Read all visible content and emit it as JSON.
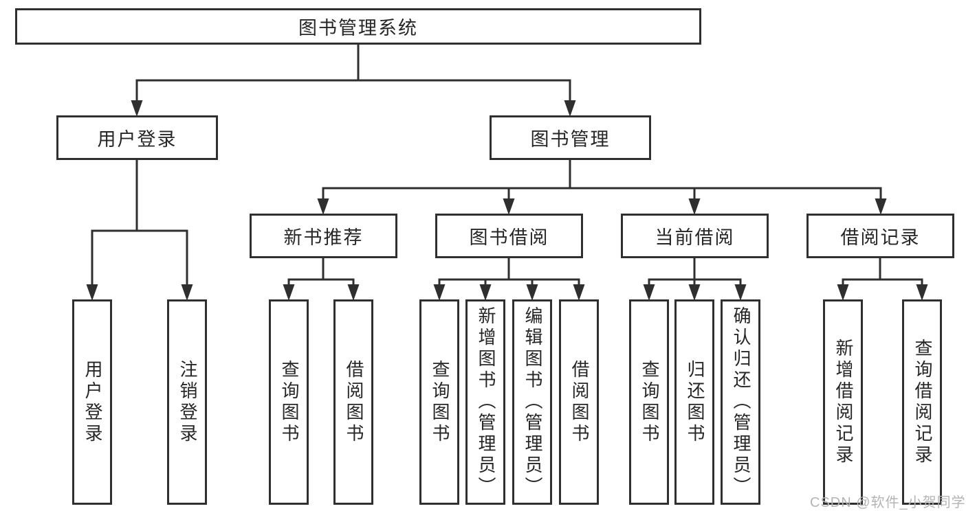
{
  "diagram": {
    "root": {
      "label": "图书管理系统"
    },
    "branches": {
      "user_login": {
        "label": "用户登录",
        "children": [
          {
            "label": "用户登录"
          },
          {
            "label": "注销登录"
          }
        ]
      },
      "book_management": {
        "label": "图书管理",
        "children": [
          {
            "label": "新书推荐",
            "children": [
              {
                "label": "查询图书"
              },
              {
                "label": "借阅图书"
              }
            ]
          },
          {
            "label": "图书借阅",
            "children": [
              {
                "label": "查询图书"
              },
              {
                "label": "新增图书（管理员）"
              },
              {
                "label": "编辑图书（管理员）"
              },
              {
                "label": "借阅图书"
              }
            ]
          },
          {
            "label": "当前借阅",
            "children": [
              {
                "label": "查询图书"
              },
              {
                "label": "归还图书"
              },
              {
                "label": "确认归还（管理员）"
              }
            ]
          },
          {
            "label": "借阅记录",
            "children": [
              {
                "label": "新增借阅记录"
              },
              {
                "label": "查询借阅记录"
              }
            ]
          }
        ]
      }
    }
  },
  "watermark": {
    "text": "CSDN @软件_小贺同学"
  },
  "colors": {
    "line": "#2f2f2f",
    "text": "#262626",
    "background": "#ffffff",
    "watermark": "#b5b3b3"
  }
}
